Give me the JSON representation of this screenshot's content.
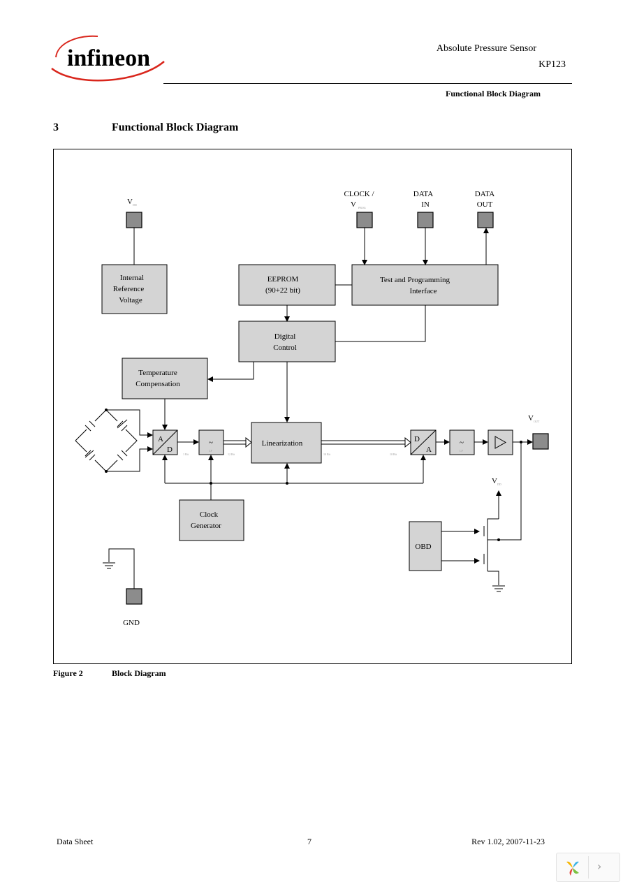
{
  "header": {
    "logo_text": "infineon",
    "product": "Absolute Pressure Sensor",
    "part": "KP123",
    "section": "Functional Block Diagram"
  },
  "section": {
    "number": "3",
    "title": "Functional Block Diagram"
  },
  "diagram": {
    "pins": {
      "vdd_top": "V",
      "vdd_top_sub": "DD",
      "clock_line1": "CLOCK /",
      "clock_line2": "V",
      "clock_sub": "PROG",
      "data_in_line1": "DATA",
      "data_in_line2": "IN",
      "data_out_line1": "DATA",
      "data_out_line2": "OUT",
      "vout": "V",
      "vout_sub": "OUT",
      "vdd_obd": "V",
      "vdd_obd_sub": "DD",
      "gnd": "GND"
    },
    "blocks": {
      "ref_1": "Internal",
      "ref_2": "Reference",
      "ref_3": "Voltage",
      "eeprom_1": "EEPROM",
      "eeprom_2": "(90+22 bit)",
      "tpi_1": "Test and Programming",
      "tpi_2": "Interface",
      "digital_1": "Digital",
      "digital_2": "Control",
      "temp_1": "Temperature",
      "temp_2": "Compensation",
      "adc_a": "A",
      "adc_d": "D",
      "linearization": "Linearization",
      "dac_d": "D",
      "dac_a": "A",
      "clock_1": "Clock",
      "clock_2": "Generator",
      "obd": "OBD"
    },
    "bus_labels": {
      "adc_out": "1 Bit",
      "filter_out": "12 Bit",
      "lin_out": "10 Bit",
      "dac_in": "10 Bit",
      "filter1": "LP",
      "filter2": "LP"
    }
  },
  "figure": {
    "number": "Figure 2",
    "title": "Block Diagram"
  },
  "footer": {
    "doc_type": "Data Sheet",
    "page": "7",
    "revision": "Rev 1.02, 2007-11-23"
  },
  "colors": {
    "block_fill": "#d4d4d4",
    "pad_fill": "#8c8c8c",
    "logo_blue": "#1c3fa0",
    "logo_red": "#d9261c"
  }
}
